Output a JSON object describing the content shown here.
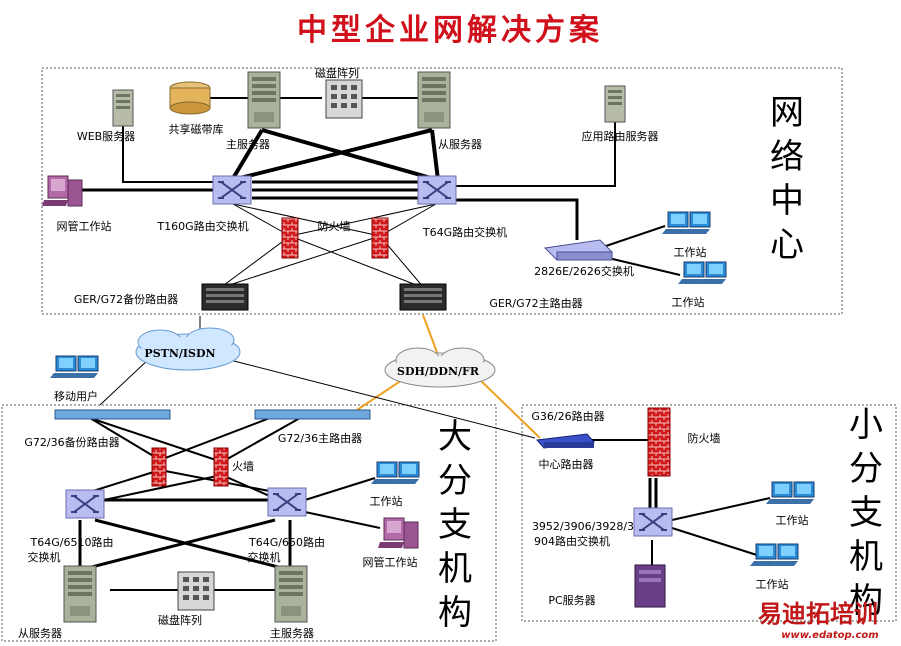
{
  "title": "中型企业网解决方案",
  "regions": {
    "network_center": [
      "网",
      "络",
      "中",
      "心"
    ],
    "big_branch": [
      "大",
      "分",
      "支",
      "机",
      "构"
    ],
    "small_branch": [
      "小",
      "分",
      "支",
      "机",
      "构"
    ]
  },
  "clouds": {
    "pstn": "PSTN/ISDN",
    "sdh": "SDH/DDN/FR"
  },
  "labels": {
    "disk_array_top": "磁盘阵列",
    "shared_tape": "共享磁带库",
    "web_server": "WEB服务器",
    "main_server_top": "主服务器",
    "slave_server_top": "从服务器",
    "app_router_server": "应用路由服务器",
    "mgmt_ws_top": "网管工作站",
    "t160g": "T160G路由交换机",
    "firewall_top": "防火墙",
    "t64g_top": "T64G路由交换机",
    "switch_2826": "2826E/2626交换机",
    "ws_top1": "工作站",
    "ws_top2": "工作站",
    "ger_backup": "GER/G72备份路由器",
    "ger_main": "GER/G72主路由器",
    "mobile_user": "移动用户",
    "g72_backup": "G72/36备份路由器",
    "g72_main": "G72/36主路由器",
    "firewall_mid": "火墙",
    "t64g_left_1": "T64G/6510路由",
    "t64g_left_2": "交换机",
    "t64g_right_1": "T64G/650路由",
    "t64g_right_2": "交换机",
    "ws_mid": "工作站",
    "mgmt_ws_mid": "网管工作站",
    "slave_server_bottom": "从服务器",
    "disk_array_bottom": "磁盘阵列",
    "main_server_bottom": "主服务器",
    "g36_router": "G36/26路由器",
    "central_router": "中心路由器",
    "firewall_small": "防火墙",
    "switch_3952_1": "3952/3906/3928/3",
    "switch_3952_2": "904路由交换机",
    "ws_small1": "工作站",
    "ws_small2": "工作站",
    "pc_server": "PC服务器"
  },
  "watermark": {
    "brand": "易迪拓培训",
    "url": "www.edatop.com"
  },
  "colors": {
    "title": "#d0101a",
    "wan_link": "#f0a020",
    "switch_fill": "#b8bcf0",
    "firewall": "#d01818",
    "server": "#a9b29a"
  }
}
